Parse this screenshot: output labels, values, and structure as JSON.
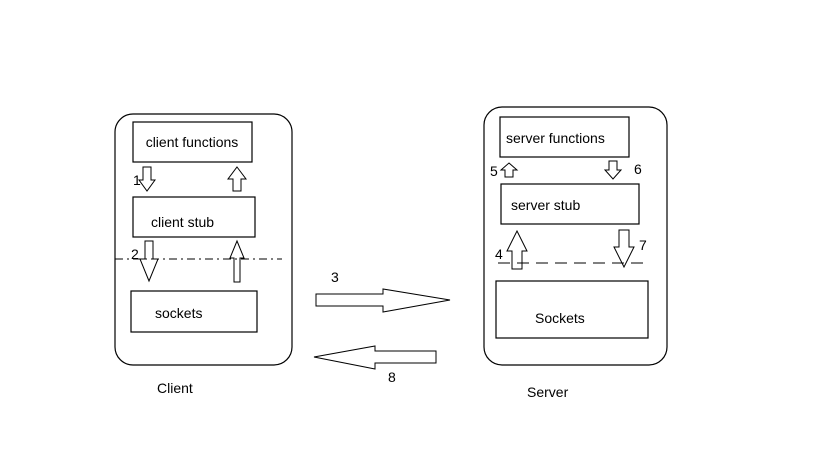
{
  "client": {
    "title": "Client",
    "functions": "client functions",
    "stub": "client stub",
    "sockets": "sockets"
  },
  "server": {
    "title": "Server",
    "functions": "server functions",
    "stub": "server stub",
    "sockets": "Sockets"
  },
  "steps": {
    "s1": "1",
    "s2": "2",
    "s3": "3",
    "s4": "4",
    "s5": "5",
    "s6": "6",
    "s7": "7",
    "s8": "8"
  }
}
